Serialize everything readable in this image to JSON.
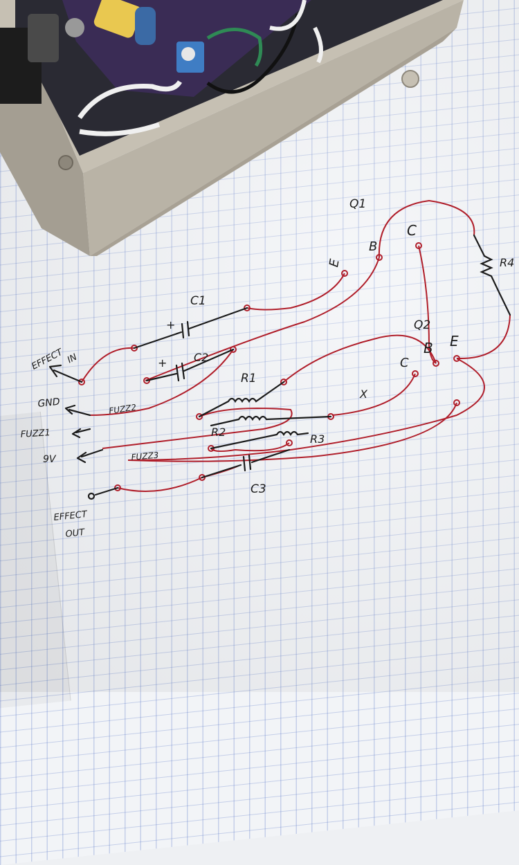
{
  "schematic": {
    "q1": {
      "name": "Q1",
      "e": "E",
      "b": "B",
      "c": "C"
    },
    "q2": {
      "name": "Q2",
      "e": "E",
      "b": "B",
      "c": "C"
    },
    "c1": {
      "name": "C1",
      "plus": "+"
    },
    "c2": {
      "name": "C2",
      "plus": "+"
    },
    "c3": {
      "name": "C3"
    },
    "r1": {
      "name": "R1"
    },
    "r2": {
      "name": "R2"
    },
    "r3": {
      "name": "R3"
    },
    "r4": {
      "name": "R4"
    },
    "effect_in": {
      "line1": "EFFECT",
      "line2": "IN"
    },
    "effect_out": {
      "line1": "EFFECT",
      "line2": "OUT"
    },
    "gnd": "GND",
    "fuzz1": "FUZZ1",
    "fuzz2": "FUZZ2",
    "fuzz3": "FUZZ3",
    "v9": "9V",
    "x_mark": "X"
  },
  "colors": {
    "ink": "#1b1b1b",
    "wire": "#b01e2a",
    "enclosure": "#b9b3a6",
    "grid": "#6f8fd0"
  }
}
